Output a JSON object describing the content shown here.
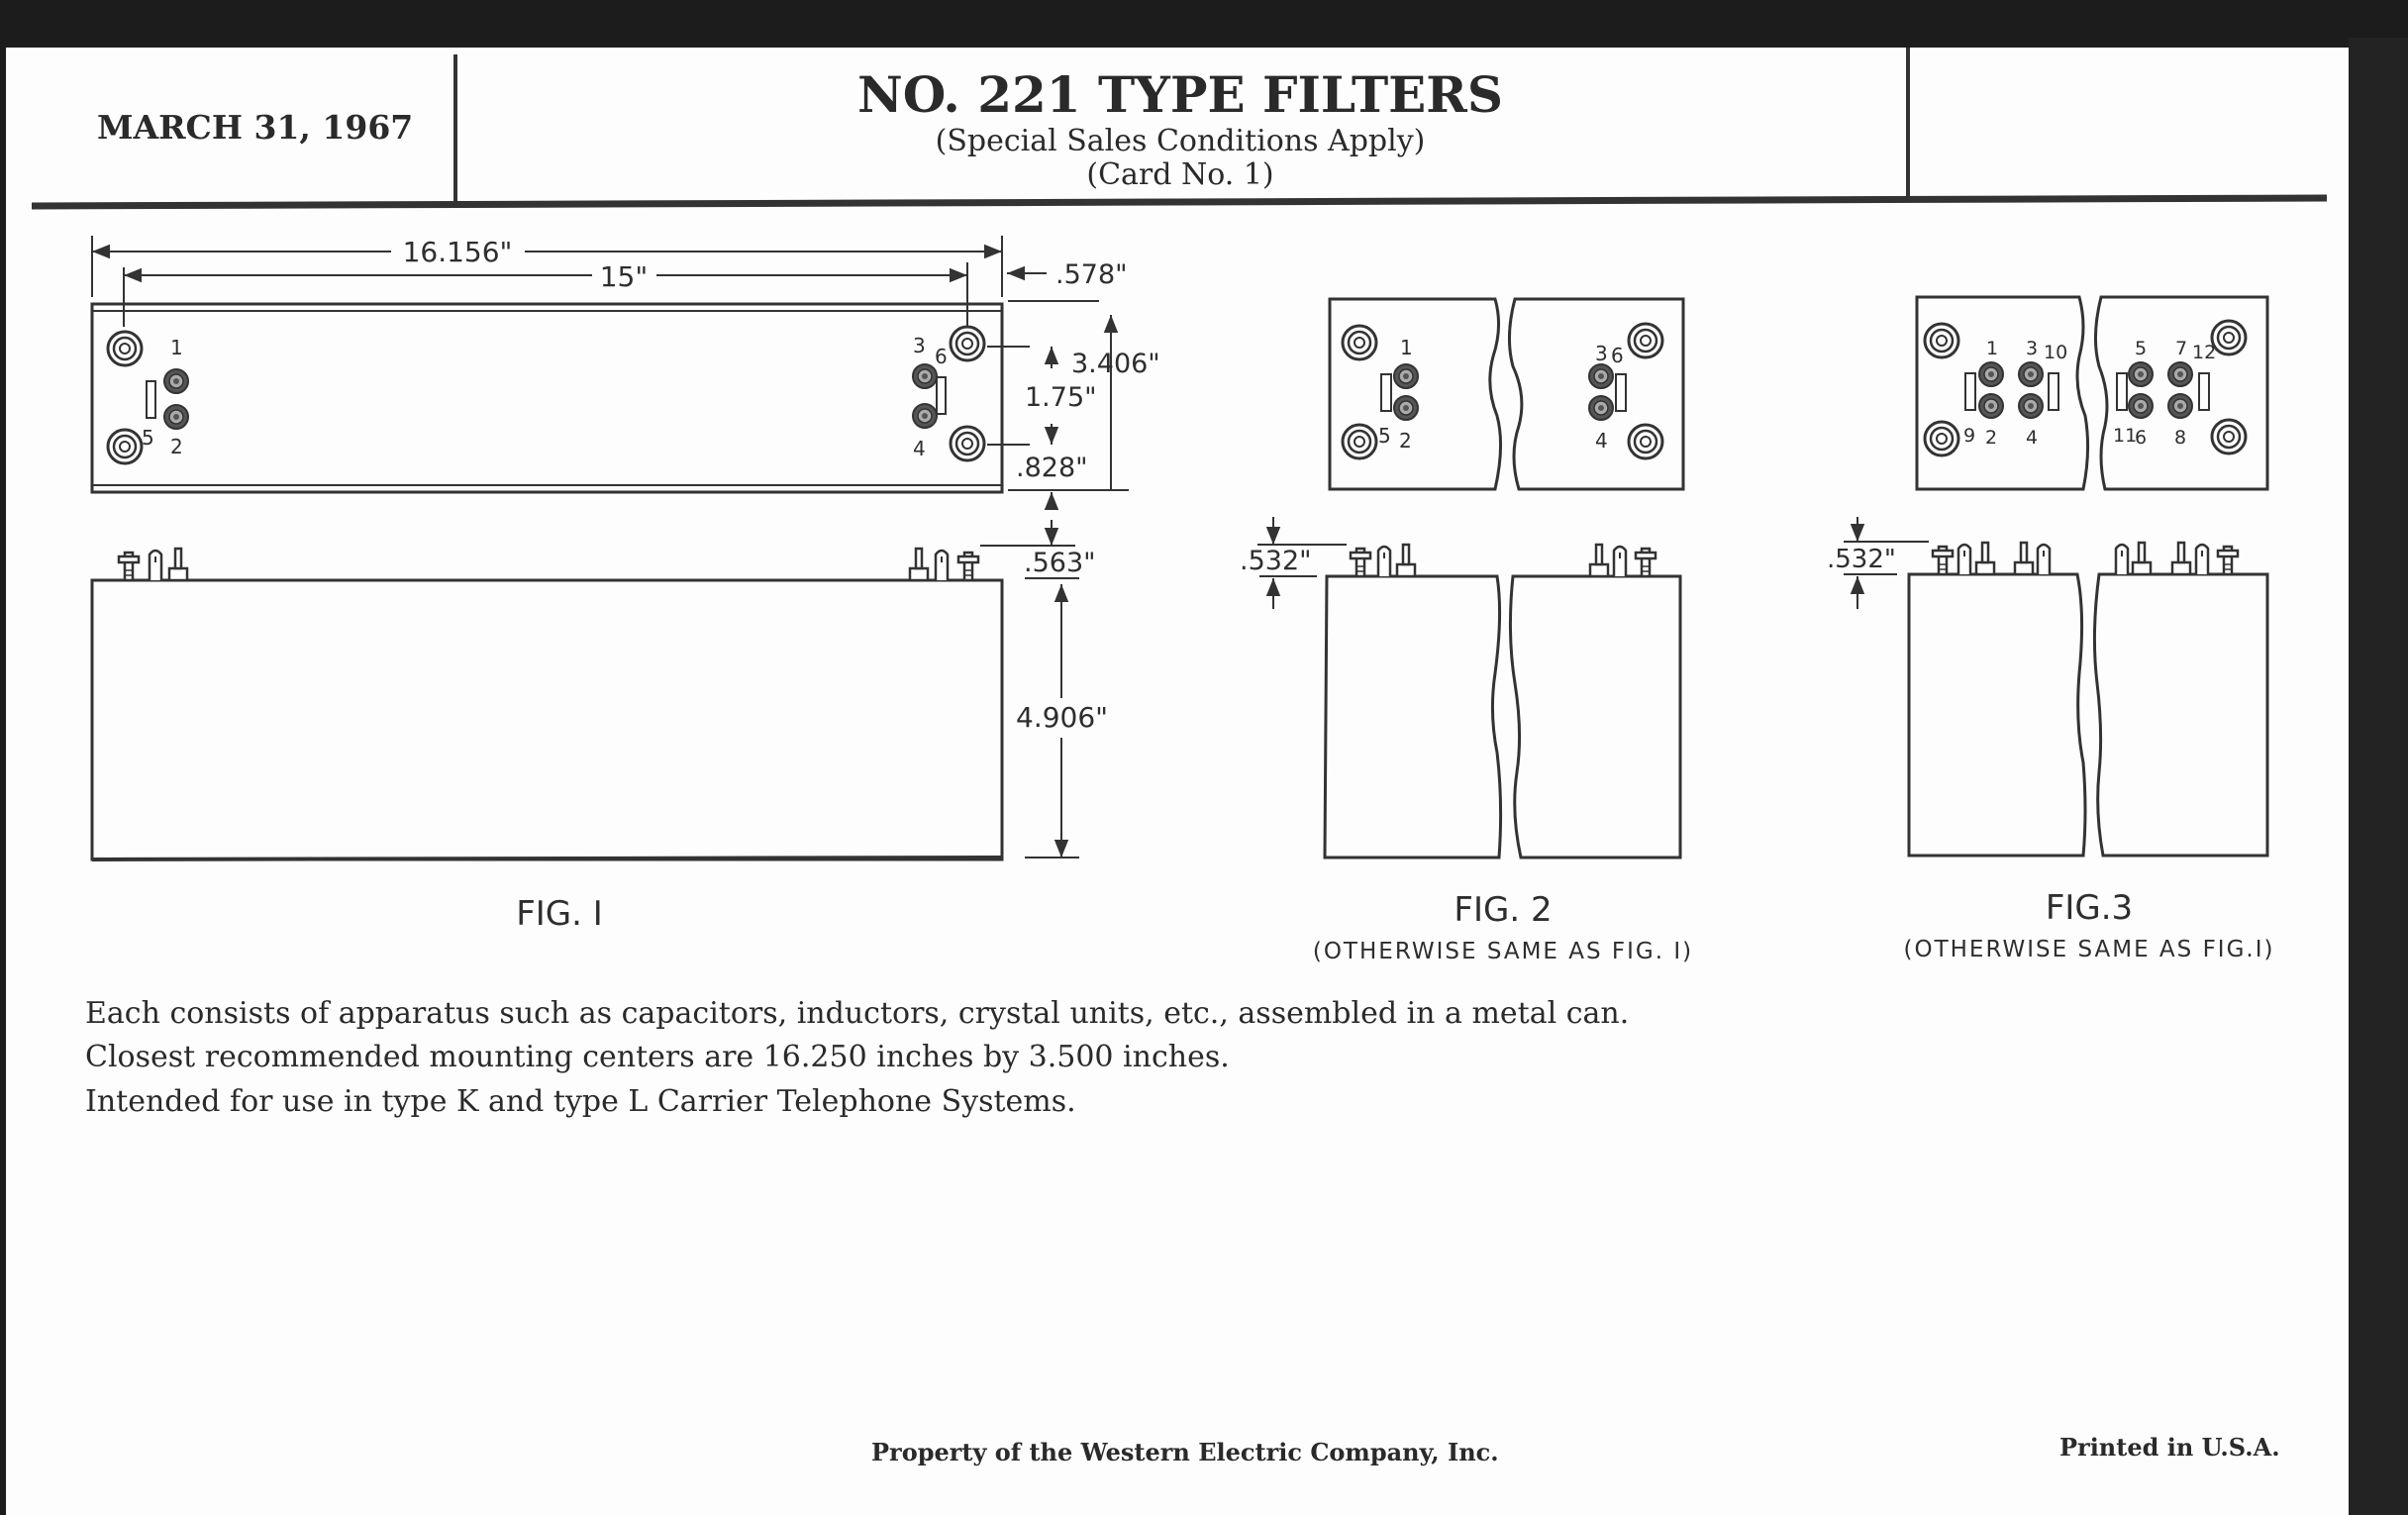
{
  "header": {
    "date": "MARCH 31, 1967",
    "title": "NO. 221 TYPE FILTERS",
    "subtitle": "(Special Sales Conditions Apply)",
    "card_number": "(Card No. 1)"
  },
  "fig1": {
    "caption": "FIG. I",
    "dimensions": {
      "overall_length": "16.156\"",
      "mounting_length": "15\"",
      "end_offset": ".578\"",
      "width": "3.406\"",
      "terminal_spacing": "1.75\"",
      "edge_offset": ".828\"",
      "terminal_height": ".563\"",
      "can_height": "4.906\""
    },
    "terminal_labels_left": [
      "1",
      "5",
      "2"
    ],
    "terminal_labels_right": [
      "3",
      "6",
      "4"
    ]
  },
  "fig2": {
    "caption": "FIG. 2",
    "note": "(OTHERWISE SAME AS FIG. I)",
    "terminal_height": ".532\"",
    "terminal_labels_left": [
      "1",
      "5",
      "2"
    ],
    "terminal_labels_right": [
      "3",
      "6",
      "4"
    ]
  },
  "fig3": {
    "caption": "FIG.3",
    "note": "(OTHERWISE SAME AS FIG.I)",
    "terminal_height": ".532\"",
    "terminal_labels_left": [
      "1",
      "3",
      "10",
      "9",
      "2",
      "4"
    ],
    "terminal_labels_right": [
      "5",
      "7",
      "12",
      "11",
      "6",
      "8"
    ]
  },
  "description": [
    "Each consists of apparatus such as capacitors, inductors, crystal units, etc., assembled in a metal can.",
    "Closest recommended mounting centers are 16.250 inches by 3.500 inches.",
    "Intended for use in type K and type L Carrier Telephone Systems."
  ],
  "footer": {
    "property": "Property of the Western Electric Company, Inc.",
    "printed": "Printed in U.S.A."
  }
}
